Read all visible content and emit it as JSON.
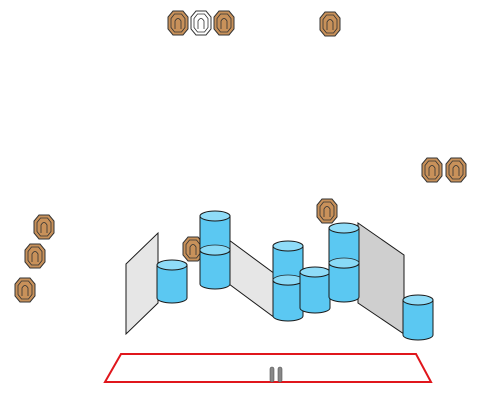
{
  "scene": {
    "type": "3d-stacking-puzzle",
    "background_color": "#ffffff"
  },
  "colors": {
    "cylinder_fill": "#5bc8f2",
    "cylinder_top": "#8fdcf8",
    "cylinder_stroke": "#1a1a1a",
    "wall_fill": "#e6e6e6",
    "wall_fill_dark": "#cfcfcf",
    "wall_stroke": "#1a1a1a",
    "token_fill": "#c8915a",
    "token_stroke": "#333333",
    "token_empty_fill": "#ffffff",
    "zone_stroke": "#e0161c",
    "pin_fill": "#888888"
  },
  "icons": {
    "token": "octagon-token-icon",
    "token_empty": "empty-octagon-token-icon",
    "cylinder": "cylinder-piece",
    "wall": "wall-panel",
    "zone": "target-zone",
    "pin": "pin-pair"
  },
  "hud": {
    "tokens_filled": 2,
    "tokens_total": 3
  }
}
